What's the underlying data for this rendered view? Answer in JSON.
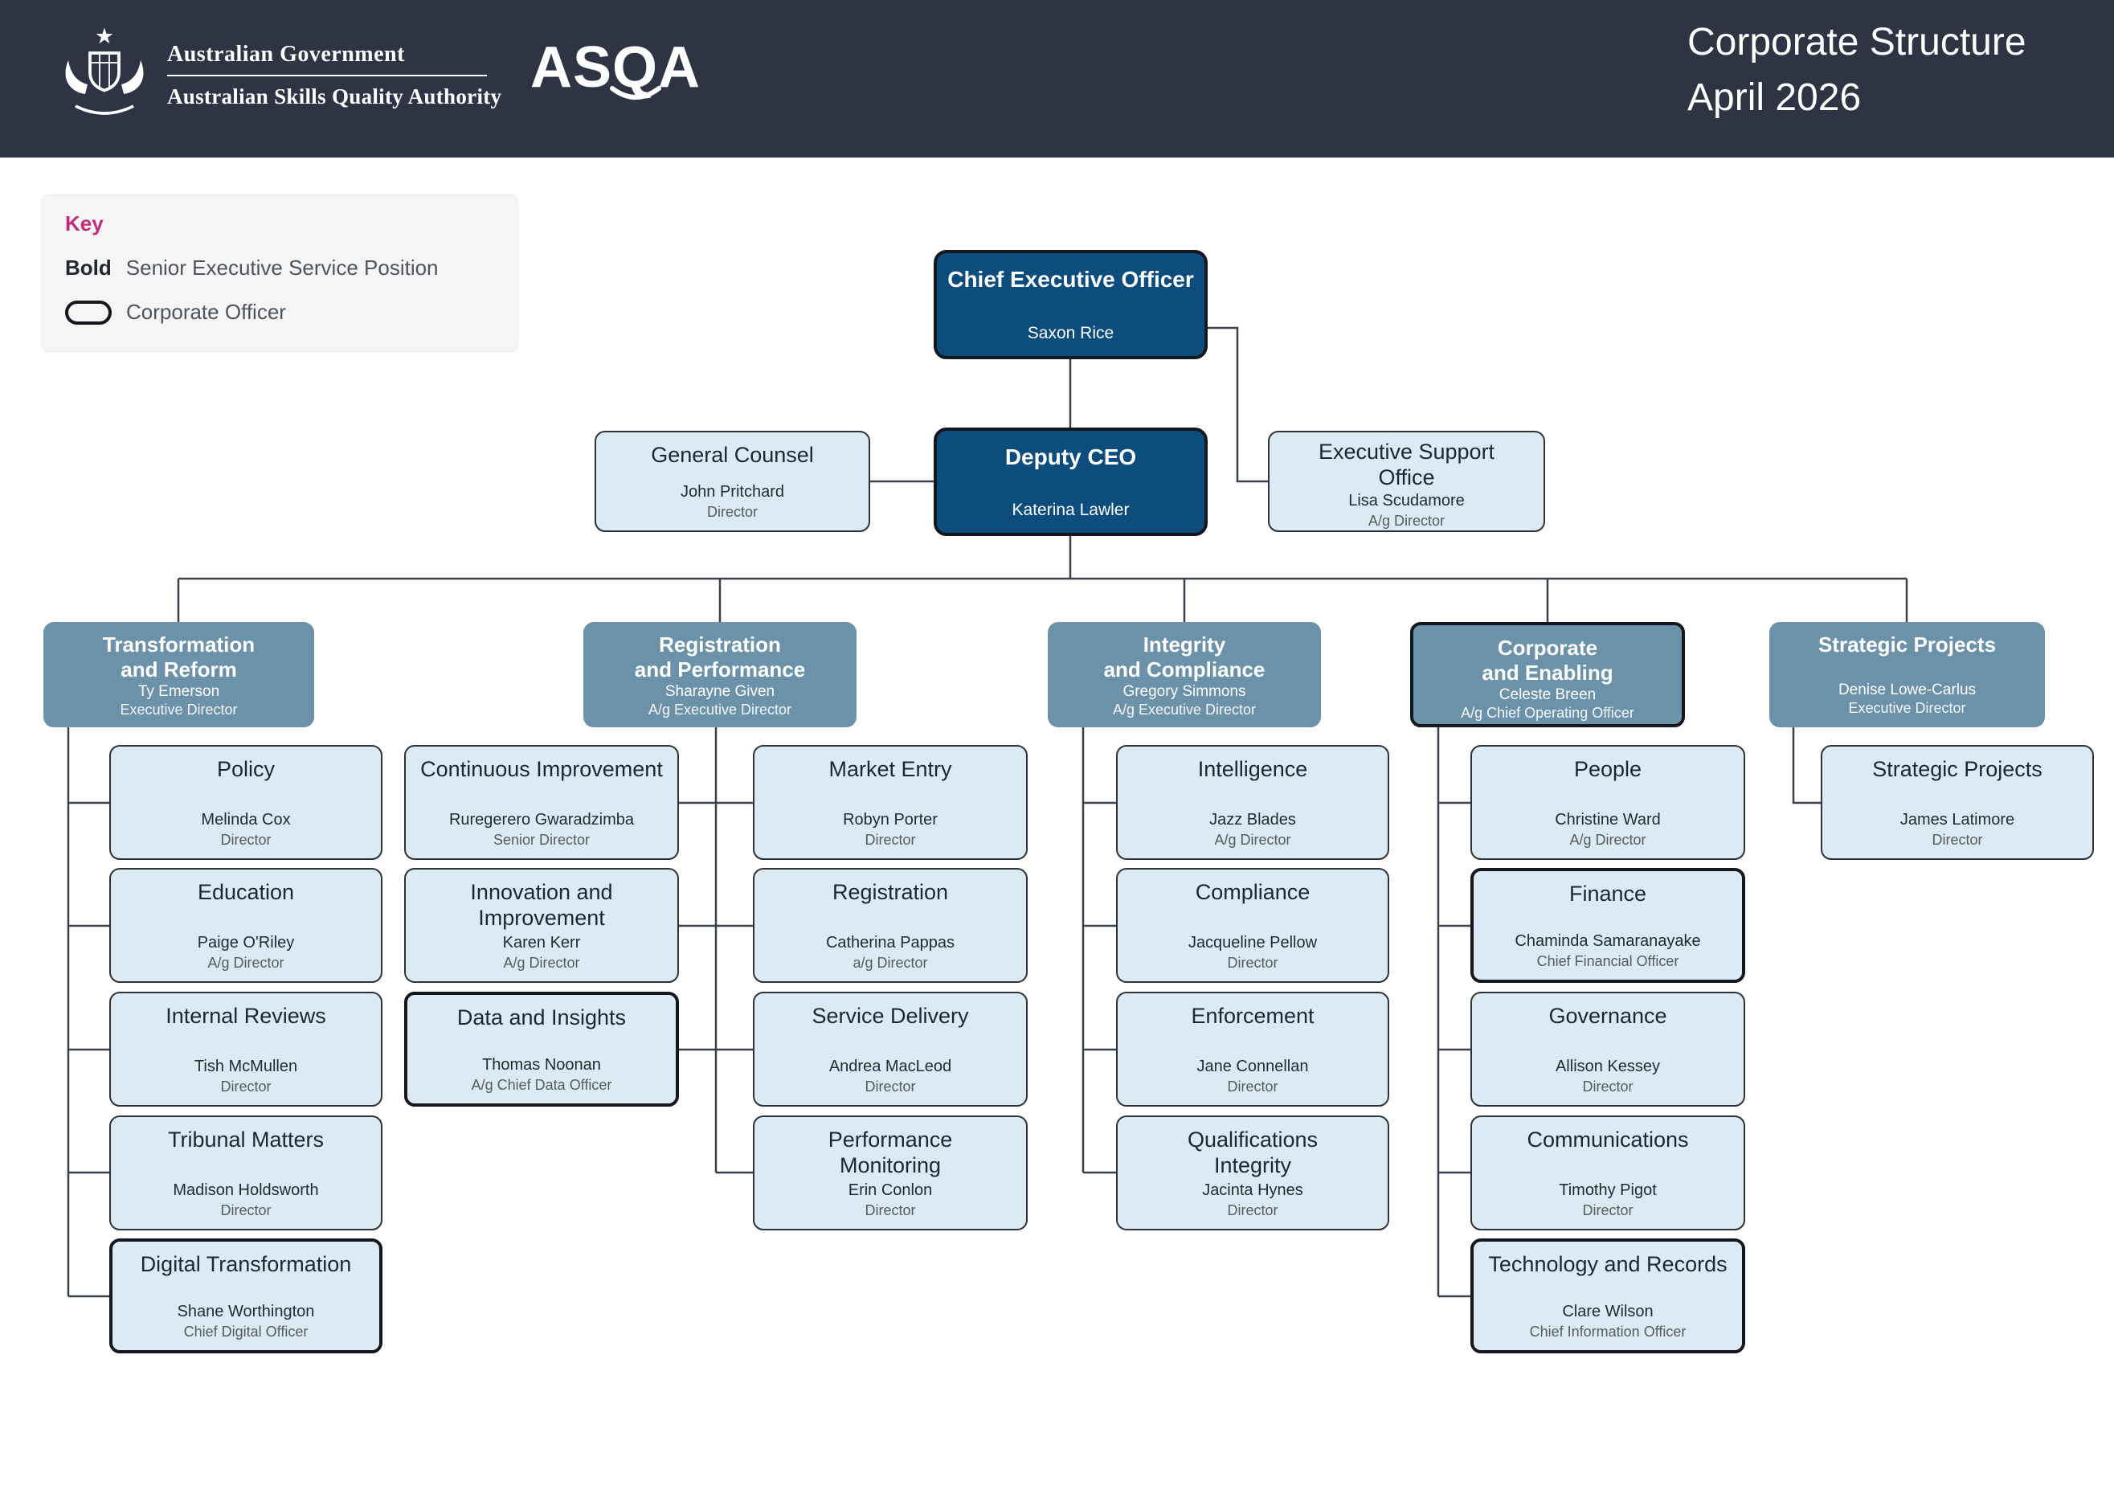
{
  "header": {
    "gov_line1": "Australian Government",
    "gov_line2": "Australian Skills Quality Authority",
    "logo_text": "ASQA",
    "title_line1": "Corporate Structure",
    "title_line2": "April 2026"
  },
  "key": {
    "title": "Key",
    "bold_term": "Bold",
    "bold_description": "Senior Executive Service Position",
    "outline_description": "Corporate Officer"
  },
  "colors": {
    "header_bg": "#2e3444",
    "executive_box": "#0d4d7d",
    "division_box": "#6b92a9",
    "child_box": "#dcebf3",
    "key_accent": "#bf2d78",
    "connector": "#3b414c"
  },
  "org": {
    "ceo": {
      "title": "Chief Executive Officer",
      "name": "Saxon Rice",
      "corporate_officer": true
    },
    "deputy_ceo": {
      "title": "Deputy CEO",
      "name": "Katerina Lawler",
      "corporate_officer": true
    },
    "general_counsel": {
      "title": "General Counsel",
      "name": "John Pritchard",
      "role": "Director"
    },
    "executive_support_office": {
      "title": "Executive Support\nOffice",
      "name": "Lisa Scudamore",
      "role": "A/g Director"
    },
    "divisions": [
      {
        "title": "Transformation\nand Reform",
        "name": "Ty Emerson",
        "role": "Executive Director",
        "children": [
          {
            "title": "Policy",
            "name": "Melinda Cox",
            "role": "Director"
          },
          {
            "title": "Education",
            "name": "Paige O'Riley",
            "role": "A/g Director"
          },
          {
            "title": "Internal Reviews",
            "name": "Tish McMullen",
            "role": "Director"
          },
          {
            "title": "Tribunal Matters",
            "name": "Madison Holdsworth",
            "role": "Director"
          },
          {
            "title": "Digital Transformation",
            "name": "Shane Worthington",
            "role": "Chief Digital Officer",
            "corporate_officer": true
          }
        ]
      },
      {
        "title": "Registration\nand Performance",
        "name": "Sharayne Given",
        "role": "A/g Executive Director",
        "children": [
          {
            "title": "Continuous Improvement",
            "name": "Ruregerero Gwaradzimba",
            "role": "Senior Director"
          },
          {
            "title": "Innovation and\nImprovement",
            "name": "Karen Kerr",
            "role": "A/g Director"
          },
          {
            "title": "Data and Insights",
            "name": "Thomas Noonan",
            "role": "A/g Chief Data Officer",
            "corporate_officer": true
          },
          {
            "title": "Market Entry",
            "name": "Robyn Porter",
            "role": "Director"
          },
          {
            "title": "Registration",
            "name": "Catherina Pappas",
            "role": "a/g Director"
          },
          {
            "title": "Service Delivery",
            "name": "Andrea MacLeod",
            "role": "Director"
          },
          {
            "title": "Performance\nMonitoring",
            "name": "Erin Conlon",
            "role": "Director"
          }
        ]
      },
      {
        "title": "Integrity\nand Compliance",
        "name": "Gregory Simmons",
        "role": "A/g Executive Director",
        "children": [
          {
            "title": "Intelligence",
            "name": "Jazz Blades",
            "role": "A/g Director"
          },
          {
            "title": "Compliance",
            "name": "Jacqueline Pellow",
            "role": "Director"
          },
          {
            "title": "Enforcement",
            "name": "Jane Connellan",
            "role": "Director"
          },
          {
            "title": "Qualifications\nIntegrity",
            "name": "Jacinta Hynes",
            "role": "Director"
          }
        ]
      },
      {
        "title": "Corporate\nand Enabling",
        "name": "Celeste Breen",
        "role": "A/g Chief Operating Officer",
        "corporate_officer": true,
        "children": [
          {
            "title": "People",
            "name": "Christine Ward",
            "role": "A/g Director"
          },
          {
            "title": "Finance",
            "name": "Chaminda Samaranayake",
            "role": "Chief Financial Officer",
            "corporate_officer": true
          },
          {
            "title": "Governance",
            "name": "Allison Kessey",
            "role": "Director"
          },
          {
            "title": "Communications",
            "name": "Timothy Pigot",
            "role": "Director"
          },
          {
            "title": "Technology and Records",
            "name": "Clare Wilson",
            "role": "Chief Information Officer",
            "corporate_officer": true
          }
        ]
      },
      {
        "title": "Strategic Projects",
        "name": "Denise Lowe-Carlus",
        "role": "Executive Director",
        "children": [
          {
            "title": "Strategic Projects",
            "name": "James Latimore",
            "role": "Director"
          }
        ]
      }
    ]
  }
}
